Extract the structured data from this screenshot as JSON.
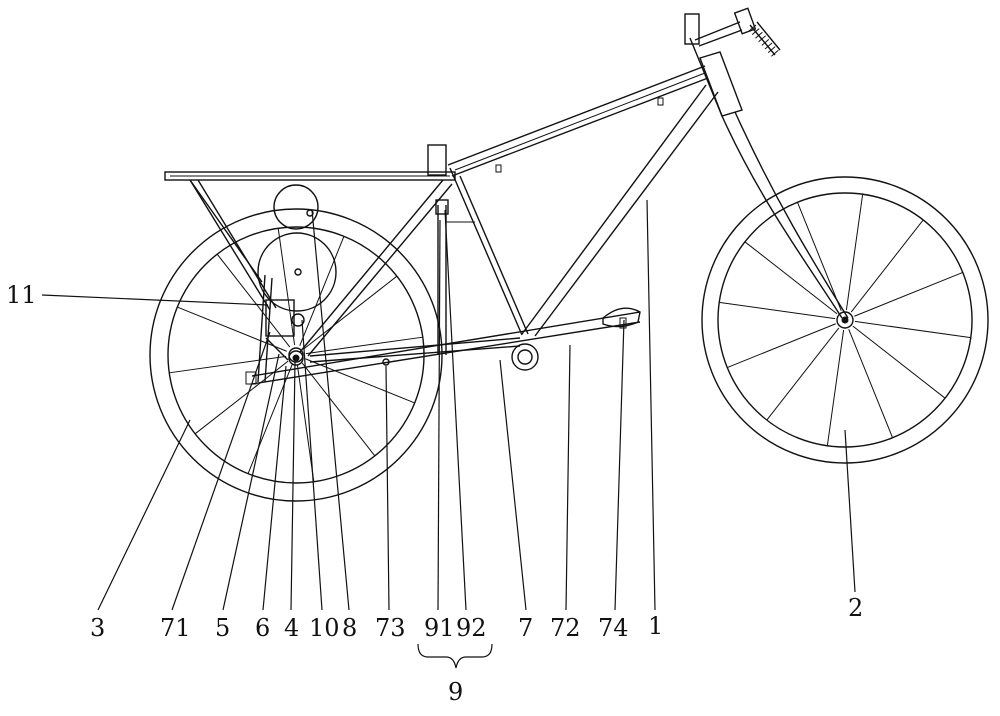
{
  "figure": {
    "labels": {
      "front_wheel": "2",
      "rear_wheel": "3",
      "frame": "1",
      "l11": "11",
      "l71": "71",
      "l5": "5",
      "l6": "6",
      "l4": "4",
      "l10": "10",
      "l8": "8",
      "l73": "73",
      "l91": "91",
      "l92": "92",
      "l7": "7",
      "l72": "72",
      "l74": "74",
      "group9": "9"
    }
  }
}
